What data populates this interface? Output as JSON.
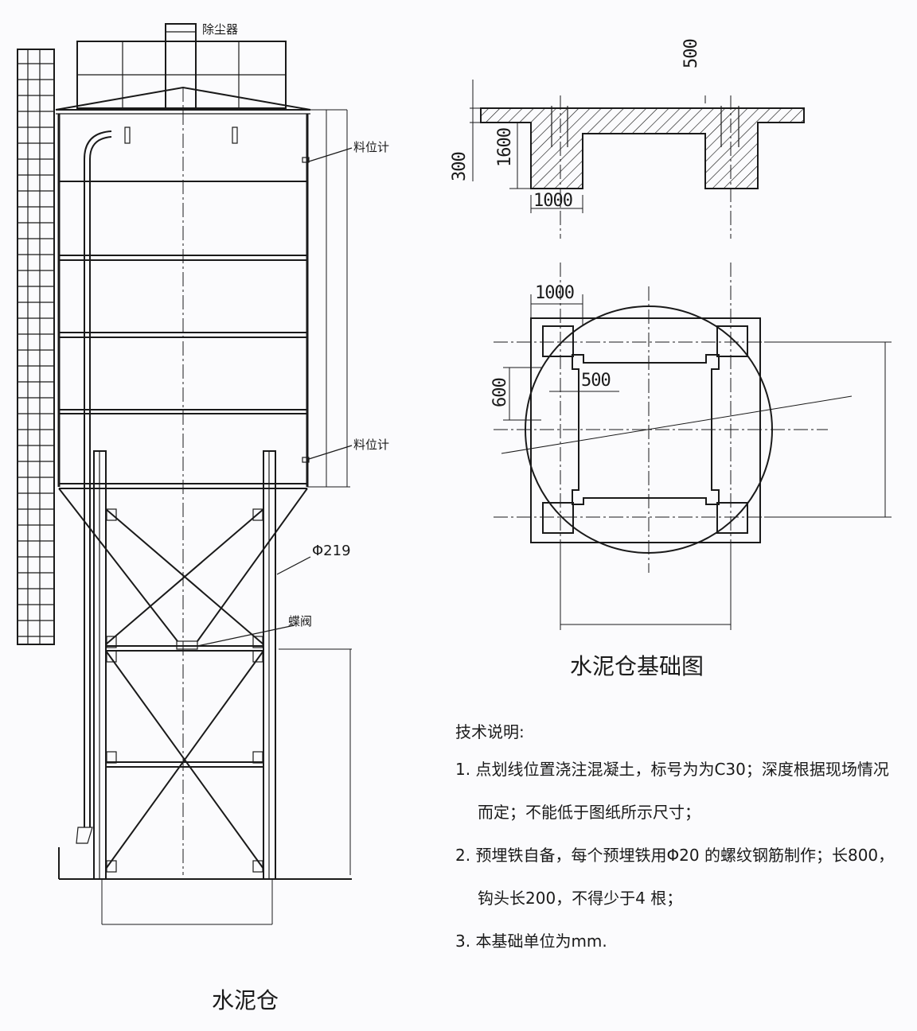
{
  "silo": {
    "title": "水泥仓",
    "dust_collector": "除尘器",
    "level_gauge_upper": "料位计",
    "level_gauge_lower": "料位计",
    "column_pipe": "Φ219",
    "butterfly_valve": "蝶阀"
  },
  "foundation": {
    "title": "水泥仓基础图",
    "dim_top_500": "500",
    "dim_300": "300",
    "dim_1600": "1600",
    "dim_section_1000": "1000",
    "dim_plan_1000": "1000",
    "dim_plan_600": "600",
    "dim_plan_500": "500"
  },
  "notes": {
    "heading": "技术说明:",
    "item1_line1": "1. 点划线位置浇注混凝土，标号为为C30；深度根据现场情况",
    "item1_line2": "而定；不能低于图纸所示尺寸；",
    "item2_line1": "2. 预埋铁自备，每个预埋铁用Φ20 的螺纹钢筋制作；长800，",
    "item2_line2": "钩头长200，不得少于4 根；",
    "item3": "3. 本基础单位为mm."
  }
}
